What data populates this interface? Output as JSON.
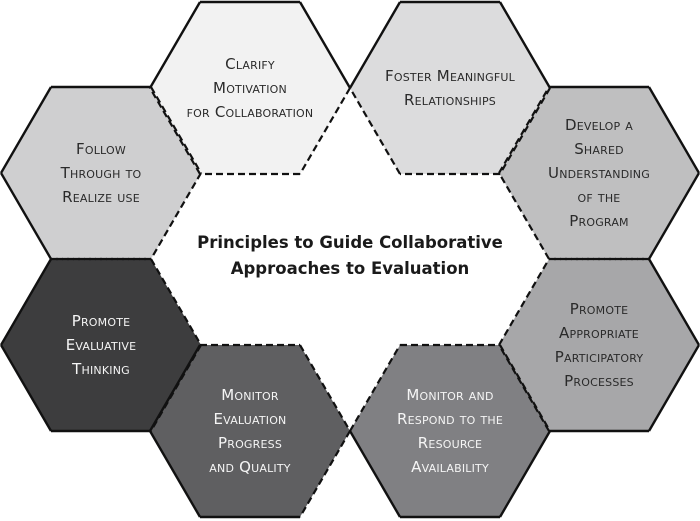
{
  "title": {
    "lines": [
      "Principles to Guide Collaborative",
      "Approaches to Evaluation"
    ]
  },
  "principles": [
    {
      "id": "clarify-motivation",
      "lines": [
        "Clarify",
        "Motivation",
        "for Collaboration"
      ],
      "fill": "#f2f2f2",
      "text_color": "#2a2a2a"
    },
    {
      "id": "foster-relationships",
      "lines": [
        "Foster Meaningful",
        "Relationships"
      ],
      "fill": "#dcdcdd",
      "text_color": "#2a2a2a"
    },
    {
      "id": "develop-understanding",
      "lines": [
        "Develop a",
        "Shared",
        "Understanding",
        "of the",
        "Program"
      ],
      "fill": "#bfbfc0",
      "text_color": "#2a2a2a"
    },
    {
      "id": "promote-participatory",
      "lines": [
        "Promote",
        "Appropriate",
        "Participatory",
        "Processes"
      ],
      "fill": "#a7a7a9",
      "text_color": "#2a2a2a"
    },
    {
      "id": "monitor-resources",
      "lines": [
        "Monitor and",
        "Respond to the",
        "Resource",
        "Availability"
      ],
      "fill": "#808083",
      "text_color": "#f5f5f5"
    },
    {
      "id": "monitor-progress",
      "lines": [
        "Monitor",
        "Evaluation",
        "Progress",
        "and Quality"
      ],
      "fill": "#5f5f61",
      "text_color": "#f5f5f5"
    },
    {
      "id": "promote-thinking",
      "lines": [
        "Promote",
        "Evaluative",
        "Thinking"
      ],
      "fill": "#3d3d3e",
      "text_color": "#f5f5f5"
    },
    {
      "id": "follow-through",
      "lines": [
        "Follow",
        "Through to",
        "Realize use"
      ],
      "fill": "#cfcfd0",
      "text_color": "#2a2a2a"
    }
  ]
}
